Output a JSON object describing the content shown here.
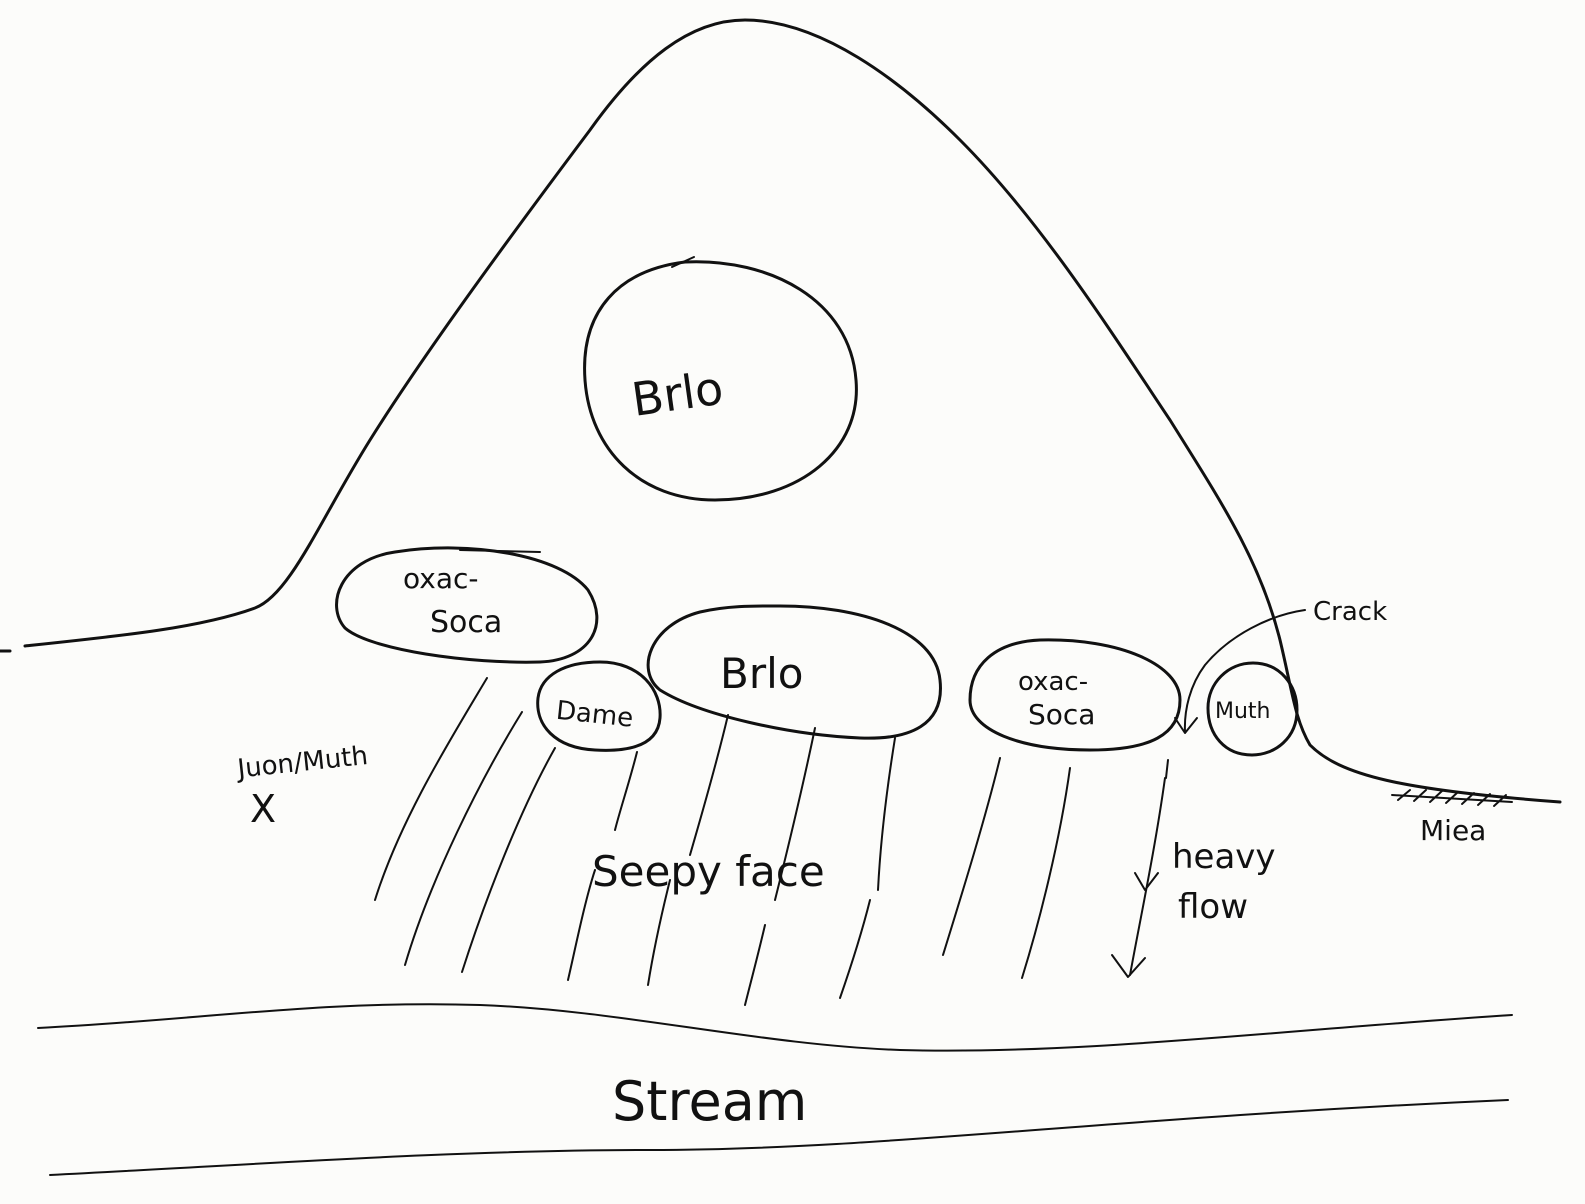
{
  "labels": {
    "brlo_top": "Brlo",
    "oxac_left_1": "oxac-",
    "oxac_left_2": "Soca",
    "brlo_mid": "Brlo",
    "dame": "Dame",
    "oxac_right_1": "oxac-",
    "oxac_right_2": "Soca",
    "muth": "Muth",
    "crack": "Crack",
    "juon_muth": "Juon/Muth",
    "x_mark": "X",
    "seepy_face": "Seepy face",
    "heavy": "heavy",
    "flow": "flow",
    "miea": "Miea",
    "stream": "Stream"
  }
}
